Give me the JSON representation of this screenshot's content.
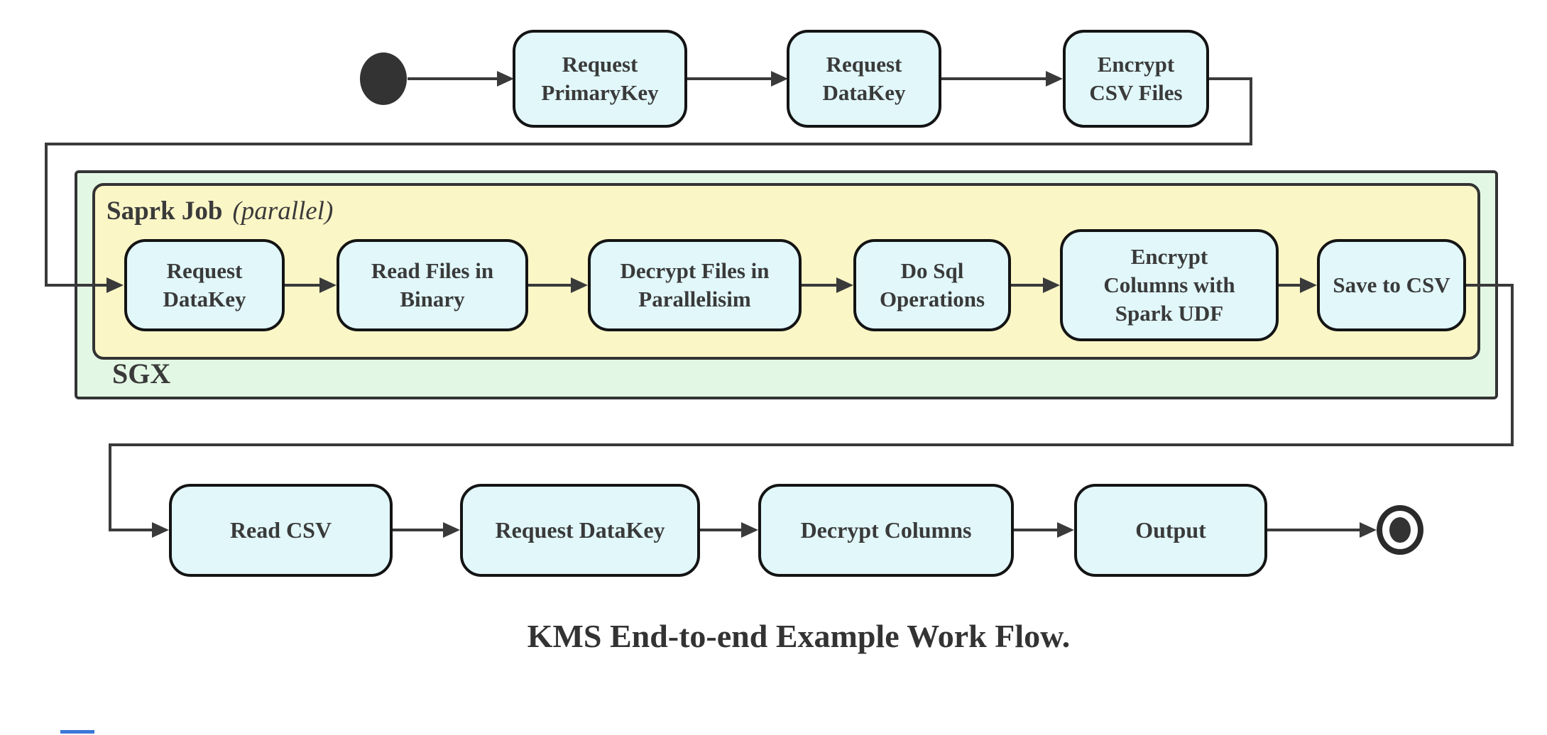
{
  "title": "KMS End-to-end Example Work Flow.",
  "colors": {
    "node_fill": "#e1f7fa",
    "node_border": "#141414",
    "sgx_container_fill": "#e3f8e4",
    "spark_container_fill": "#fbf6c6",
    "edge_line": "#3a3a3a",
    "text": "#3a3a3a",
    "artifact_blue": "#3b78d8"
  },
  "containers": {
    "sgx": {
      "label": "SGX"
    },
    "spark": {
      "label_bold": "Saprk Job",
      "label_italic": "(parallel)"
    }
  },
  "nodes": {
    "top": [
      {
        "id": "request-primarykey",
        "label": "Request\nPrimaryKey"
      },
      {
        "id": "request-datakey",
        "label": "Request\nDataKey"
      },
      {
        "id": "encrypt-csv-files",
        "label": "Encrypt\nCSV Files"
      }
    ],
    "spark_row": [
      {
        "id": "request-datakey-2",
        "label": "Request\nDataKey"
      },
      {
        "id": "read-files-in-binary",
        "label": "Read Files in\nBinary"
      },
      {
        "id": "decrypt-files-in-parallelisim",
        "label": "Decrypt Files in\nParallelisim"
      },
      {
        "id": "do-sql-operations",
        "label": "Do Sql\nOperations"
      },
      {
        "id": "encrypt-columns-with-spark-udf",
        "label": "Encrypt\nColumns with\nSpark UDF"
      },
      {
        "id": "save-to-csv",
        "label": "Save to CSV"
      }
    ],
    "bottom": [
      {
        "id": "read-csv",
        "label": "Read CSV"
      },
      {
        "id": "request-datakey-3",
        "label": "Request DataKey"
      },
      {
        "id": "decrypt-columns",
        "label": "Decrypt Columns"
      },
      {
        "id": "output",
        "label": "Output"
      }
    ]
  },
  "symbols": {
    "start": "initial-state",
    "end": "final-state"
  }
}
